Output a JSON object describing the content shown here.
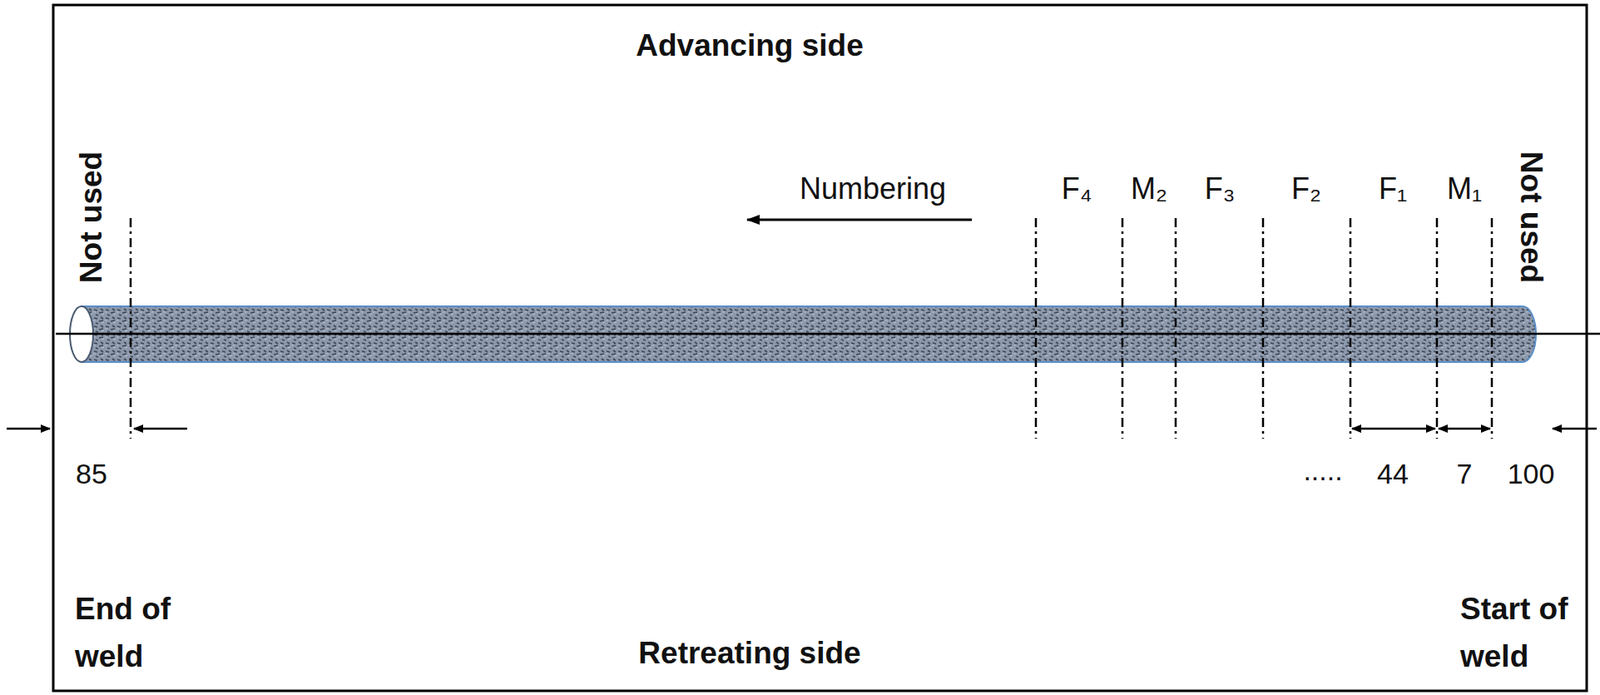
{
  "diagram": {
    "labels": [
      "Advancing side",
      "Not used",
      "Numbering",
      "F₄",
      "M₂",
      "F₃",
      "F₂",
      "F₁",
      "M₁",
      "Not used",
      "85",
      ".....",
      "44",
      "7",
      "100",
      "End of weld",
      "Start of weld",
      "Retreating side"
    ]
  }
}
